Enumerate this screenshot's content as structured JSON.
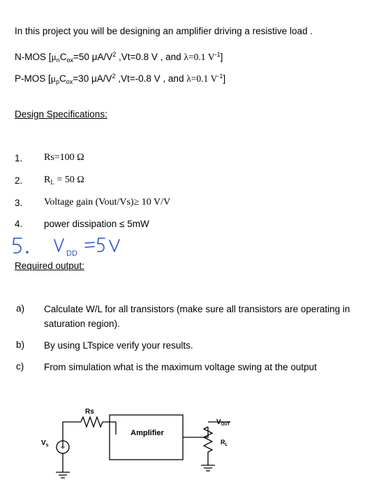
{
  "intro": "In this project you will be designing an amplifier driving a resistive load .",
  "nmos": {
    "prefix": "N-MOS [",
    "mu": "μ",
    "mu_sub": "n",
    "c": "C",
    "c_sub": "ox",
    "value": "=50 μA/V",
    "value_sup": "2",
    "vt": " ,Vt=0.8 V ,  and ",
    "lambda": "λ=0.1 V",
    "lambda_sup": "-1",
    "close": "]"
  },
  "pmos": {
    "prefix": "P-MOS [",
    "mu": "μ",
    "mu_sub": "p",
    "c": "C",
    "c_sub": "ox",
    "value": "=30 μA/V",
    "value_sup": "2",
    "vt": " ,Vt=-0.8 V ,  and ",
    "lambda": "λ=0.1 V",
    "lambda_sup": "-1",
    "close": "]"
  },
  "design_heading": "Design Specifications:",
  "specs": [
    {
      "number": "1.",
      "text": "Rs=100 Ω"
    },
    {
      "number": "2.",
      "text_pre": "R",
      "text_sub": "L",
      "text_post": " = 50 Ω"
    },
    {
      "number": "3.",
      "text": "Voltage gain (Vout/Vs)≥ 10 V/V"
    },
    {
      "number": "4.",
      "text": "power dissipation ≤ 5mW"
    }
  ],
  "handwritten": {
    "number": "5.",
    "symbol": "V",
    "sub": "DD",
    "value": "= 5 V",
    "color": "#2a52c9"
  },
  "required_heading": "Required output:",
  "required": [
    {
      "label": "a)",
      "text": "Calculate W/L for all transistors (make sure all transistors are operating in saturation region)."
    },
    {
      "label": "b)",
      "text": "By using LTspice verify your results."
    },
    {
      "label": "c)",
      "text": "From simulation what is the maximum voltage swing at the output"
    }
  ],
  "circuit": {
    "rs_label": "Rs",
    "vs_label": "V",
    "vs_sub": "s",
    "amp_label": "Amplifier",
    "vout_label": "V",
    "vout_sub": "OUT",
    "rl_label": "R",
    "rl_sub": "L"
  }
}
